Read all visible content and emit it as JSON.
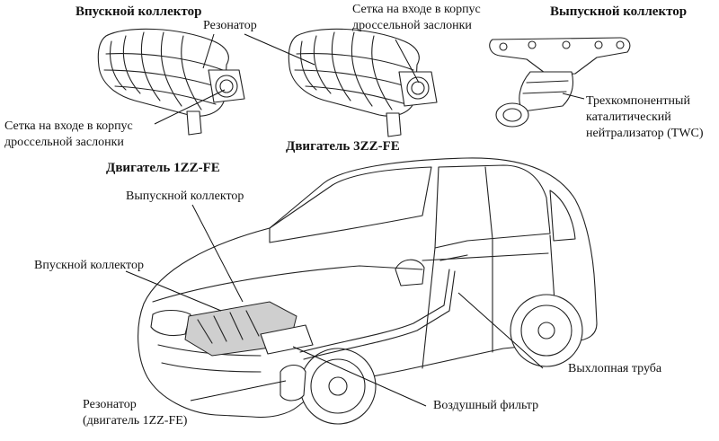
{
  "titles": {
    "intake_manifold": "Впускной коллектор",
    "exhaust_manifold": "Выпускной коллектор",
    "engine_3zz": "Двигатель 3ZZ-FE",
    "engine_1zz": "Двигатель 1ZZ-FE"
  },
  "labels": {
    "resonator_top": "Резонатор",
    "mesh_left": [
      "Сетка на входе в корпус",
      "дроссельной заслонки"
    ],
    "mesh_right": [
      "Сетка на входе в корпус",
      "дроссельной заслонки"
    ],
    "twc": [
      "Трехкомпонентный",
      "каталитический",
      "нейтрализатор (TWC)"
    ],
    "car_exhaust_manifold": "Выпускной коллектор",
    "car_intake_manifold": "Впускной коллектор",
    "exhaust_pipe": "Выхлопная труба",
    "resonator_car": [
      "Резонатор",
      "(двигатель 1ZZ-FE)"
    ],
    "air_filter": "Воздушный фильтр"
  }
}
